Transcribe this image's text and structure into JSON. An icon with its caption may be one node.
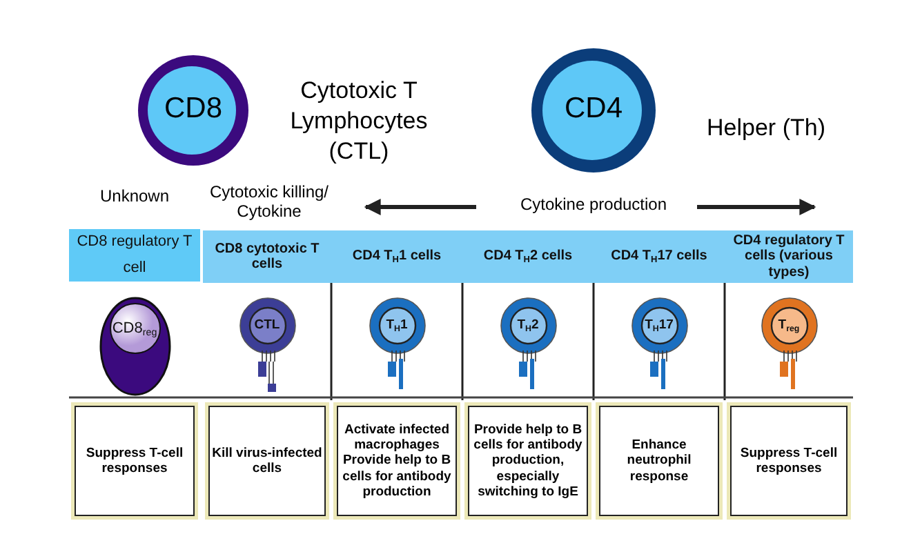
{
  "diagram": {
    "nodes": [
      {
        "text": [
          "CD8"
        ],
        "beside": [
          "Cytotoxic T Lymphocytes (CTL)"
        ]
      },
      {
        "text": [
          "CD4"
        ],
        "beside": [
          "Helper (Th)"
        ]
      },
      {
        "text": [
          "CD8 regulatory T cell"
        ]
      },
      {
        "text": [
          "CD8 cytotoxic T cells"
        ]
      },
      {
        "text": [
          "CD4 T$_{H}$1 cells"
        ]
      },
      {
        "text": [
          "CD4 T$_{H}$2 cells"
        ]
      },
      {
        "text": [
          "CD4 T$_{H}$17 cells"
        ]
      },
      {
        "text": [
          "CD4 regulatory T cells (various types)"
        ]
      },
      {
        "text": [
          "CD8$_{reg}$"
        ]
      },
      {
        "text": [
          "CTL"
        ]
      },
      {
        "text": [
          "T$_{H}$1"
        ]
      },
      {
        "text": [
          "T$_{H}$2"
        ]
      },
      {
        "text": [
          "T$_{H}$17"
        ]
      },
      {
        "text": [
          "T$_{reg}$"
        ]
      },
      {
        "text": [
          "Suppress T-cell responses"
        ]
      },
      {
        "text": [
          "Kill virus-infected cells"
        ]
      },
      {
        "text": [
          "Activate infected macrophages Provide help to B cells for antibody production"
        ]
      },
      {
        "text": [
          "Provide help to B cells for antibody production, especially switching to IgE"
        ]
      },
      {
        "text": [
          "Enhance neutrophil response"
        ]
      },
      {
        "text": [
          "Suppress T-cell responses"
        ]
      }
    ],
    "labels": [
      "Unknown",
      "Cytotoxic killing/ Cytokine",
      "Cytokine production"
    ]
  }
}
